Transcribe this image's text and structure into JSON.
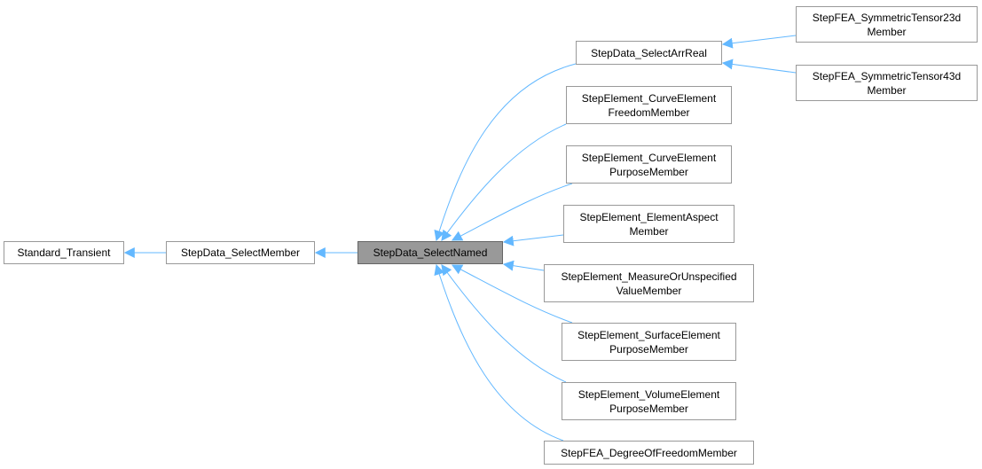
{
  "diagram": {
    "edge_color": "#63b8ff",
    "current_fill": "#999999",
    "nodes": {
      "standard_transient": {
        "lines": [
          "Standard_Transient"
        ]
      },
      "select_member": {
        "lines": [
          "StepData_SelectMember"
        ]
      },
      "select_named": {
        "lines": [
          "StepData_SelectNamed"
        ]
      },
      "select_arr_real": {
        "lines": [
          "StepData_SelectArrReal"
        ]
      },
      "curve_freedom": {
        "lines": [
          "StepElement_CurveElement",
          "FreedomMember"
        ]
      },
      "curve_purpose": {
        "lines": [
          "StepElement_CurveElement",
          "PurposeMember"
        ]
      },
      "element_aspect": {
        "lines": [
          "StepElement_ElementAspect",
          "Member"
        ]
      },
      "measure_unspecified": {
        "lines": [
          "StepElement_MeasureOrUnspecified",
          "ValueMember"
        ]
      },
      "surface_purpose": {
        "lines": [
          "StepElement_SurfaceElement",
          "PurposeMember"
        ]
      },
      "volume_purpose": {
        "lines": [
          "StepElement_VolumeElement",
          "PurposeMember"
        ]
      },
      "degree_of_freedom": {
        "lines": [
          "StepFEA_DegreeOfFreedomMember"
        ]
      },
      "sym_tensor23d": {
        "lines": [
          "StepFEA_SymmetricTensor23d",
          "Member"
        ]
      },
      "sym_tensor43d": {
        "lines": [
          "StepFEA_SymmetricTensor43d",
          "Member"
        ]
      }
    }
  }
}
